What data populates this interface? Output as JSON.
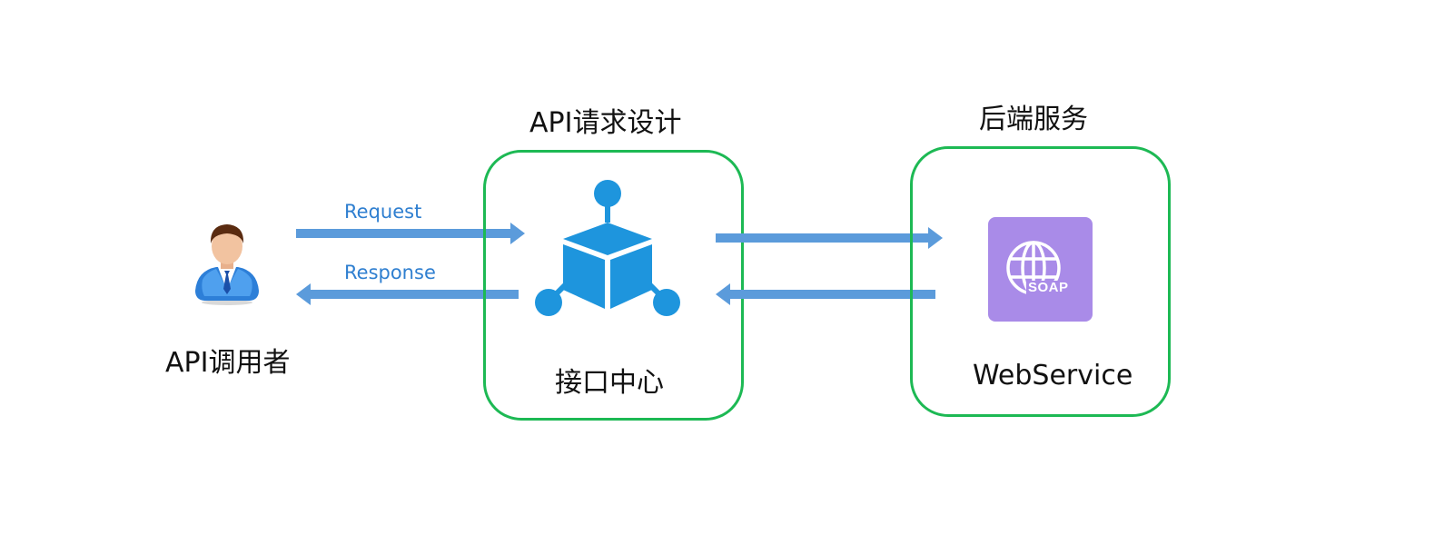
{
  "nodes": {
    "caller": {
      "label": "API调用者",
      "icon": "person-icon"
    },
    "hub": {
      "title": "API请求设计",
      "label": "接口中心",
      "icon": "cube-network-icon"
    },
    "backend": {
      "title": "后端服务",
      "label": "WebService",
      "icon": "soap-globe-icon",
      "icon_text": "SOAP"
    }
  },
  "edges": {
    "request": {
      "label": "Request"
    },
    "response": {
      "label": "Response"
    }
  },
  "colors": {
    "box_border": "#1db954",
    "arrow": "#5b9bdb",
    "arrow_label": "#2f7fd0",
    "hub_icon": "#1e95dd",
    "soap_bg": "#a98be8"
  }
}
